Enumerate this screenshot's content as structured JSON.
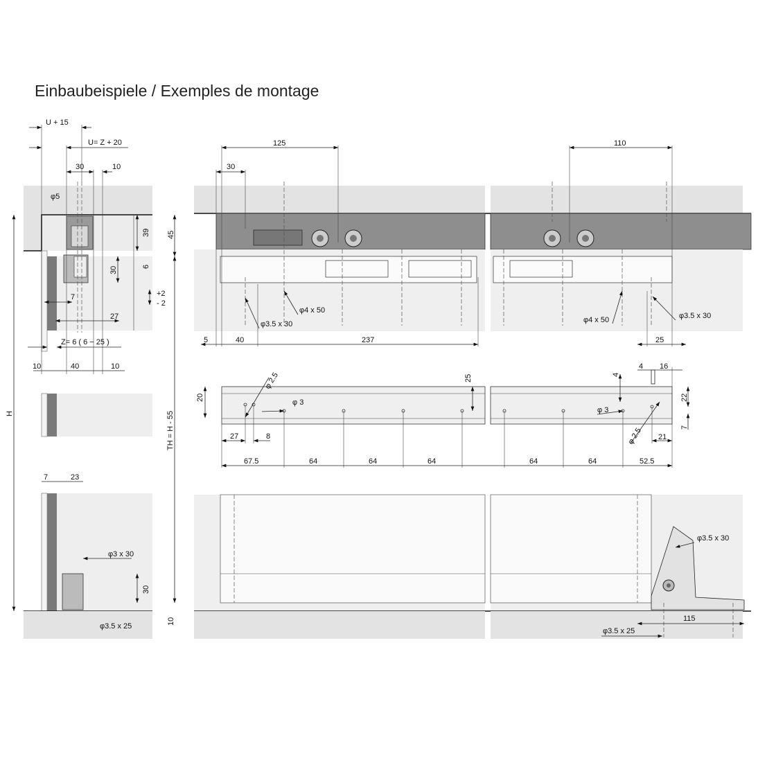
{
  "title": "Einbaubeispiele / Exemples de montage",
  "colors": {
    "ceiling": "#e3e3e3",
    "panel": "#efefef",
    "rail": "#8e8e8e",
    "line": "#222222"
  },
  "labels": {
    "left": [
      "U +  15",
      "U= Z +  20",
      "30",
      "10",
      "φ5",
      "39",
      "45",
      "6",
      "30",
      "+2",
      "- 2",
      "7",
      "27",
      "Z=  6 ( 6 − 25 )",
      "10",
      "40",
      "10",
      "H",
      "TH = H -  55",
      "7",
      "23",
      "φ3 x 30",
      "30",
      "10",
      "φ3.5 x 25"
    ],
    "top": [
      "125",
      "30",
      "110",
      "φ4 x 50",
      "φ3.5 x 30",
      "φ4 x 50",
      "φ3.5 x 30",
      "5",
      "40",
      "237",
      "25"
    ],
    "rail": [
      "20",
      "φ 2.5",
      "25",
      "φ 3",
      "27",
      "8",
      "67.5",
      "64",
      "64",
      "64",
      "4",
      "16",
      "4",
      "22",
      "φ 3",
      "φ 2.5",
      "21",
      "7",
      "64",
      "64",
      "52.5"
    ],
    "bottom": [
      "φ3.5 x 30",
      "115",
      "φ3.5 x 25"
    ]
  }
}
